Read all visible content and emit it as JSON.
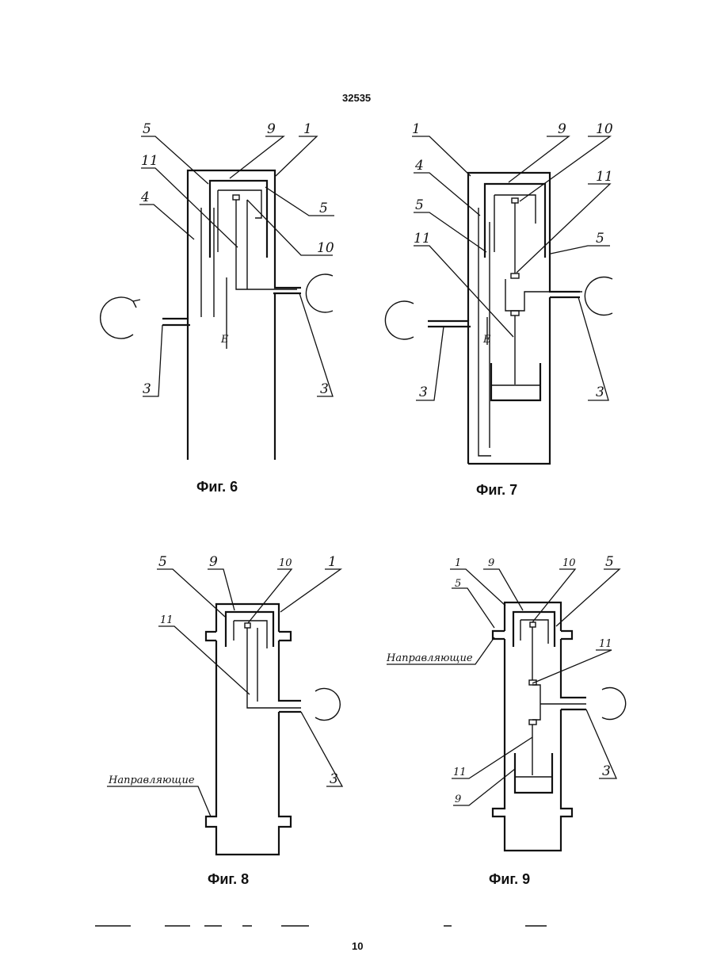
{
  "document": {
    "number": "32535",
    "page": "10"
  },
  "figures": [
    {
      "caption": "Фиг. 6",
      "labels": {
        "l1": "1",
        "l3a": "3",
        "l3b": "3",
        "l4": "4",
        "l5a": "5",
        "l5b": "5",
        "l9": "9",
        "l10": "10",
        "l11": "11",
        "le": "E"
      }
    },
    {
      "caption": "Фиг. 7",
      "labels": {
        "l1": "1",
        "l3a": "3",
        "l3b": "3",
        "l4": "4",
        "l5a": "5",
        "l5b": "5",
        "l9": "9",
        "l10": "10",
        "l11a": "11",
        "l11b": "11",
        "le": "E"
      }
    },
    {
      "caption": "Фиг. 8",
      "labels": {
        "l1": "1",
        "l3": "3",
        "l5": "5",
        "l9": "9",
        "l10": "10",
        "l11": "11",
        "guides": "Направляющие"
      }
    },
    {
      "caption": "Фиг. 9",
      "labels": {
        "l1": "1",
        "l3": "3",
        "l5a": "5",
        "l5b": "5",
        "l9a": "9",
        "l9b": "9",
        "l10": "10",
        "l11a": "11",
        "l11b": "11",
        "guides": "Направляющие"
      }
    }
  ]
}
